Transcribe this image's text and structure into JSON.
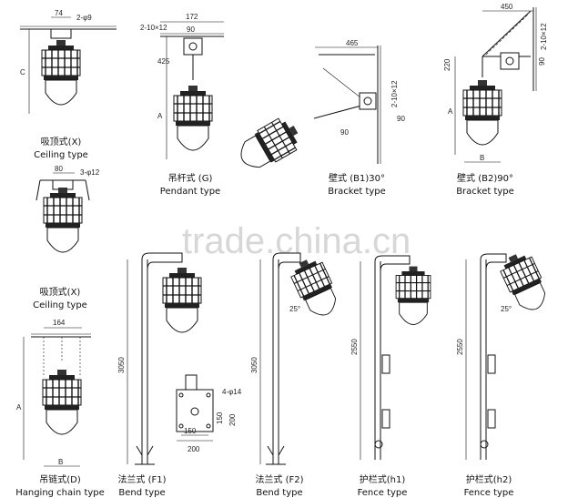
{
  "watermark": "trade.china.cn",
  "views": [
    {
      "id": "ceiling-1",
      "cn": "吸顶式(X)",
      "en": "Ceiling type",
      "dims": [
        "74",
        "2-φ9",
        "C"
      ]
    },
    {
      "id": "pendant",
      "cn": "吊杆式 (G)",
      "en": "Pendant type",
      "dims": [
        "172",
        "2-10×12",
        "90",
        "425",
        "A"
      ]
    },
    {
      "id": "bracket-30",
      "cn": "壁式 (B1)30°",
      "en": "Bracket type",
      "dims": [
        "465",
        "2-10×12",
        "90",
        "90"
      ]
    },
    {
      "id": "bracket-90",
      "cn": "壁式 (B2)90°",
      "en": "Bracket type",
      "dims": [
        "450",
        "2-10×12",
        "90",
        "220",
        "A",
        "B"
      ]
    },
    {
      "id": "ceiling-2",
      "cn": "吸顶式(X)",
      "en": "Ceiling type",
      "dims": [
        "80",
        "3-φ12"
      ]
    },
    {
      "id": "hanging-chain",
      "cn": "吊链式(D)",
      "en": "Hanging chain type",
      "dims": [
        "164",
        "A",
        "B"
      ]
    },
    {
      "id": "bend-f1",
      "cn": "法兰式 (F1)",
      "en": "Bend type",
      "dims": [
        "3050"
      ]
    },
    {
      "id": "bend-f2",
      "cn": "法兰式 (F2)",
      "en": "Bend type",
      "dims": [
        "3050",
        "25°"
      ]
    },
    {
      "id": "fence-h1",
      "cn": "护栏式(h1)",
      "en": "Fence type",
      "dims": [
        "2550"
      ]
    },
    {
      "id": "fence-h2",
      "cn": "护栏式(h2)",
      "en": "Fence type",
      "dims": [
        "2550",
        "25°"
      ]
    }
  ],
  "flange": {
    "dims": [
      "4-φ14",
      "150",
      "200",
      "150",
      "200"
    ]
  }
}
